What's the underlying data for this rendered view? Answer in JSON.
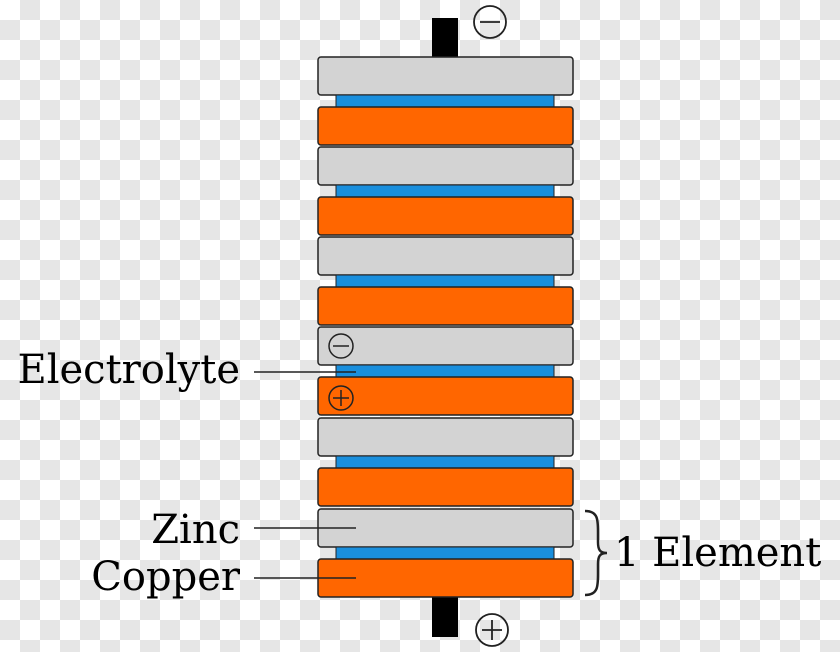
{
  "labels": {
    "electrolyte": "Electrolyte",
    "zinc": "Zinc",
    "copper": "Copper",
    "element": "1 Element"
  },
  "symbols": {
    "top_terminal": "negative-sign",
    "bottom_terminal": "positive-sign"
  },
  "colors": {
    "zinc": "#d3d3d3",
    "copper": "#ff6600",
    "electrolyte": "#1a8fdd",
    "terminal": "#000000"
  },
  "pile": {
    "elements": 6
  }
}
